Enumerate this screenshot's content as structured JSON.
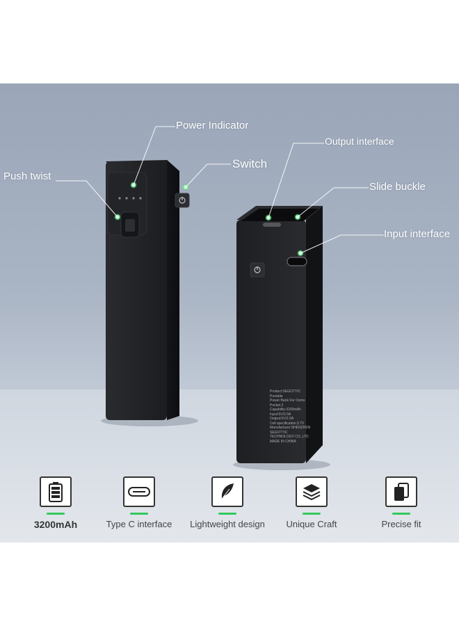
{
  "callouts": {
    "power_indicator": "Power Indicator",
    "push_twist": "Push twist",
    "switch": "Switch",
    "output_interface": "Output interface",
    "slide_buckle": "Slide buckle",
    "input_interface": "Input interface"
  },
  "device_text": {
    "spec_lines": [
      "Product:SEGOTTIC Portable",
      "Power Bank For Osmo Pocket 2",
      "Capability:3200mAh",
      "Input:5V/2.0A",
      "Output:5V/2.0A",
      "Cell specification:3.7V",
      "Manufacturer:SHENZHEN SEGOTTIC",
      "TECHNOLOGY CO.,LTD",
      "MADE IN CHINA"
    ]
  },
  "features": [
    {
      "label": "3200mAh",
      "icon": "battery-icon"
    },
    {
      "label": "Type C interface",
      "icon": "usb-c-icon"
    },
    {
      "label": "Lightweight design",
      "icon": "feather-icon"
    },
    {
      "label": "Unique Craft",
      "icon": "layers-icon"
    },
    {
      "label": "Precise fit",
      "icon": "stacked-cards-icon"
    }
  ],
  "colors": {
    "accent_green": "#32c85a",
    "device_black": "#1b1c1f",
    "backdrop": "#a9b4c4"
  }
}
